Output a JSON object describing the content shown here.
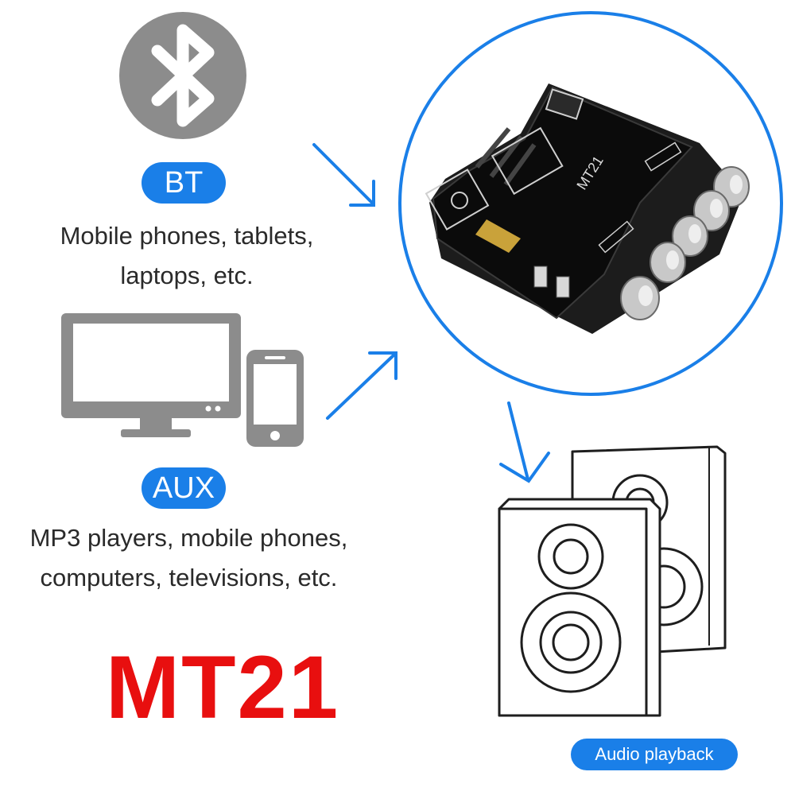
{
  "product": {
    "name": "MT21",
    "board_print": "MT21"
  },
  "bluetooth_source": {
    "badge": "BT",
    "description_line1": "Mobile phones, tablets,",
    "description_line2": "laptops, etc."
  },
  "aux_source": {
    "badge": "AUX",
    "description_line1": "MP3 players, mobile phones,",
    "description_line2": "computers, televisions, etc."
  },
  "output": {
    "badge": "Audio playback"
  },
  "icons": {
    "bluetooth": "bluetooth-icon",
    "monitor": "monitor-icon",
    "phone": "smartphone-icon",
    "amplifier": "amplifier-board-image",
    "speakers": "speakers-icon"
  },
  "colors": {
    "accent_blue": "#1a7fe8",
    "title_red": "#e80f0f",
    "icon_gray": "#8c8c8c",
    "text": "#2a2a2a"
  }
}
